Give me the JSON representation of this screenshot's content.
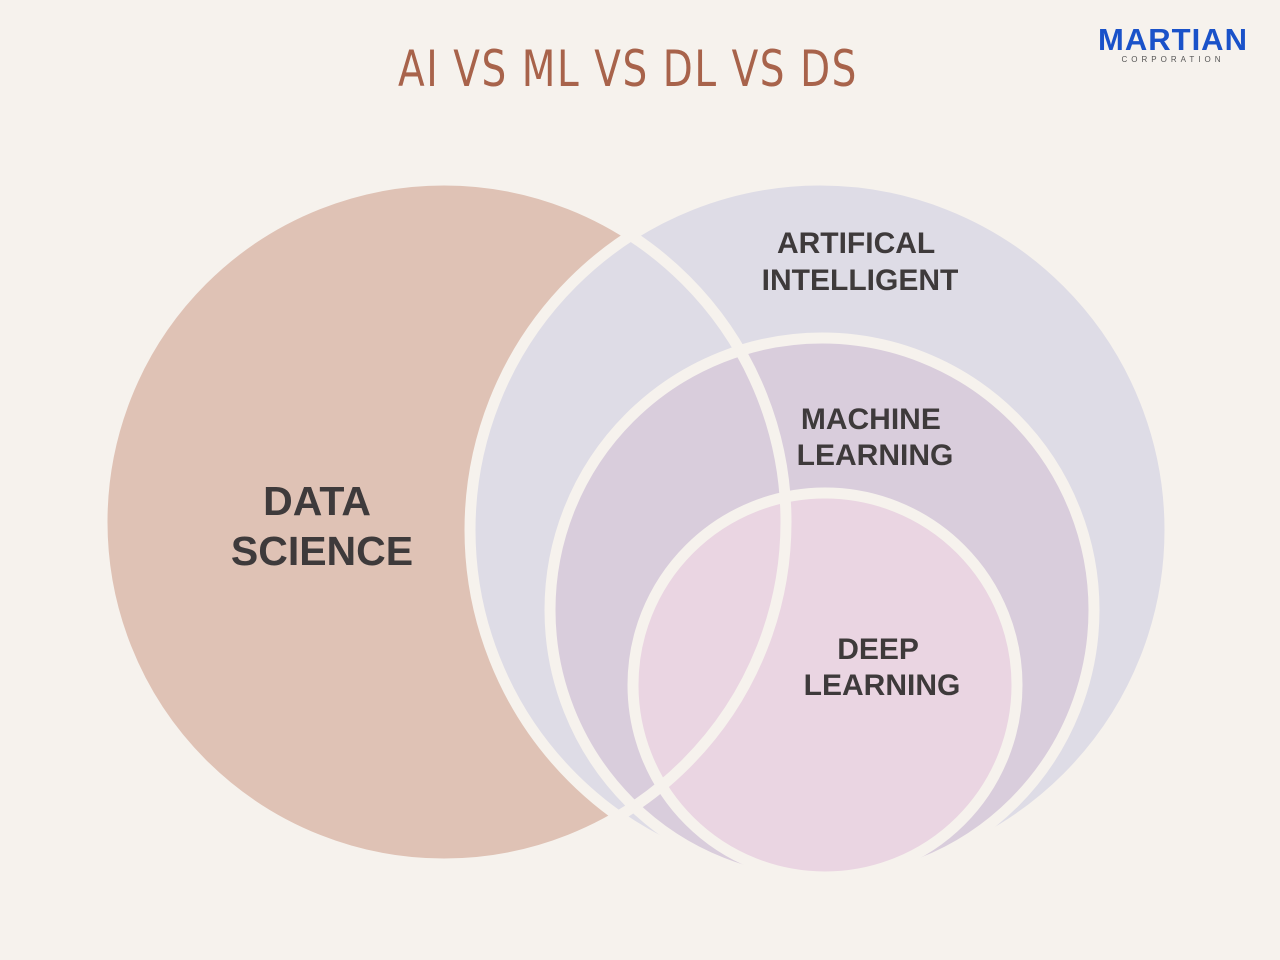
{
  "title": "AI VS ML VS DL VS DS",
  "logo": {
    "name": "MARTIAN",
    "subtitle": "CORPORATION",
    "color": "#1a52c9"
  },
  "diagram": {
    "sets": [
      {
        "id": "data-science",
        "lines": [
          "DATA",
          "SCIENCE"
        ],
        "fill": "#dfc2b5"
      },
      {
        "id": "artificial-intelligent",
        "lines": [
          "ARTIFICAL",
          "INTELLIGENT"
        ],
        "fill": "#dedce6"
      },
      {
        "id": "machine-learning",
        "lines": [
          "MACHINE",
          "LEARNING"
        ],
        "fill": "#d9cddc"
      },
      {
        "id": "deep-learning",
        "lines": [
          "DEEP",
          "LEARNING"
        ],
        "fill": "#ead5e2"
      }
    ],
    "outline_color": "#f6f2ed",
    "text_color": "#3e3a3b"
  }
}
